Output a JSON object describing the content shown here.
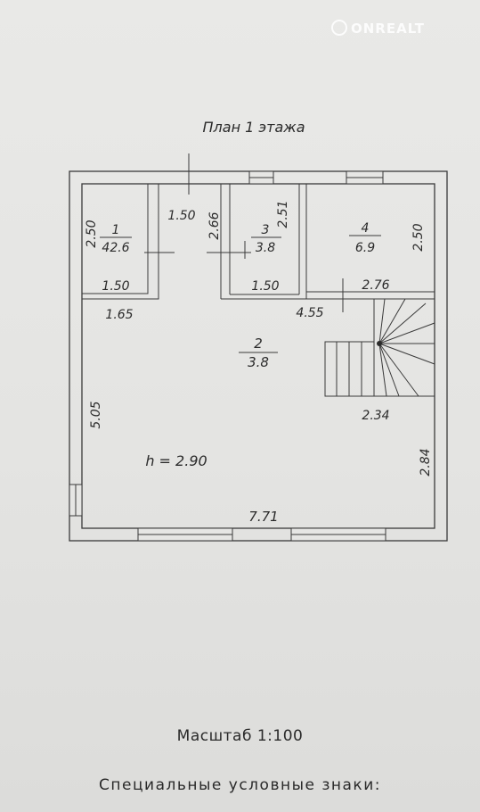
{
  "title": "План 1 этажа",
  "watermark": "ONREALT",
  "ceiling_height": "h = 2.90",
  "scale": "Масштаб 1:100",
  "legend_heading": "Специальные условные знаки:",
  "rooms": [
    {
      "number": "1",
      "area": "42.6"
    },
    {
      "number": "2",
      "area": "3.8"
    },
    {
      "number": "3",
      "area": "3.8"
    },
    {
      "number": "4",
      "area": "6.9"
    }
  ],
  "dimensions": {
    "room2_height": "2.50",
    "room2_width": "1.50",
    "corridor_width": "1.50",
    "corridor_height": "2.66",
    "room3_height": "2.51",
    "room3_width": "1.50",
    "room4_height": "2.50",
    "room4_width": "2.76",
    "left_upper": "1.65",
    "middle_span": "4.55",
    "left_height": "5.05",
    "stair_width": "2.34",
    "right_height": "2.84",
    "bottom_width": "7.71"
  }
}
